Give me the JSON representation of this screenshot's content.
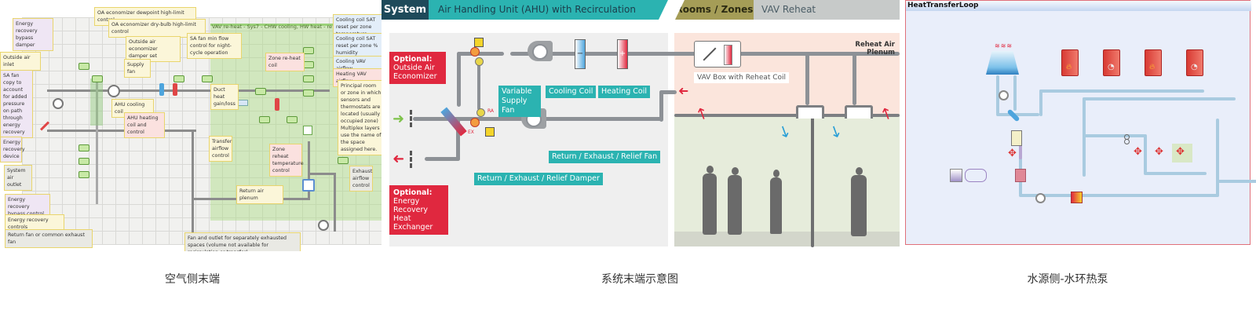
{
  "panels": [
    {
      "id": "airside",
      "caption": "空气侧末端",
      "diagram_title": "VAV re-heat - Sys7 - CHW cooling, HW heat - re",
      "labels": {
        "oa_dewpoint": "OA economizer dewpoint high-limit control",
        "oa_drybulb": "OA economizer dry-bulb high-limit control",
        "er_bypass_damper": "Energy recovery bypass damper",
        "oa_damper_set": "Outside air economizer damper set",
        "sa_min_flow": "SA fan min flow control for night-cycle operation",
        "outside_air_inlet": "Outside air inlet",
        "supply_fan": "Supply fan",
        "sa_fan_copy": "SA fan copy to account for added pressure on path through energy recovery",
        "ahu_cooling_coil": "AHU cooling coil",
        "ahu_heating_coil": "AHU heating coil and control",
        "duct_heat": "Duct heat gain/loss",
        "zone_reheat_coil": "Zone re-heat coil",
        "cc_sat_temp": "Cooling coil SAT reset per zone temperature",
        "cc_sat_humidity": "Cooling coil SAT reset per zone % humidity",
        "cooling_vav": "Cooling VAV airflow",
        "heating_vav": "Heating VAV airflow",
        "principal_room": "Principal room or zone in which sensors and thermostats are located (usually occupied zone) Multiplex layers use the name of the space assigned here.",
        "er_device": "Energy recovery device",
        "system_outlet": "System air outlet",
        "transfer_airflow": "Transfer airflow control",
        "zone_reheat_temp": "Zone reheat temperature control",
        "exhaust_airflow": "Exhaust airflow control",
        "return_plenum": "Return air plenum",
        "er_bypass_control": "Energy recovery bypass control",
        "er_controls": "Energy recovery controls",
        "return_fan": "Return fan or common exhaust fan",
        "separate_exhaust": "Fan and outlet for separately exhausted spaces (volume not available for recirculation or transfer)"
      }
    },
    {
      "id": "system",
      "caption": "系统末端示意图",
      "header": {
        "system": "System",
        "ahu": "Air Handling Unit (AHU) with Recirculation",
        "rooms": "Rooms / Zones",
        "vav": "VAV Reheat"
      },
      "labels": {
        "optional_oa_title": "Optional:",
        "optional_oa_body": "Outside Air Economizer",
        "optional_er_title": "Optional:",
        "optional_er_body": "Energy Recovery Heat Exchanger",
        "variable_supply_fan": "Variable Supply Fan",
        "cooling_coil": "Cooling Coil",
        "heating_coil": "Heating Coil",
        "return_fan": "Return / Exhaust / Relief Fan",
        "return_damper": "Return / Exhaust / Relief Damper",
        "vav_box": "VAV Box with Reheat Coil",
        "reheat_plenum": "Reheat Air Plenum",
        "ra": "RA",
        "ex": "EX",
        "minus": "−",
        "plus": "+"
      },
      "colors": {
        "teal": "#2bb3b1",
        "navy": "#1e4a5a",
        "red": "#e0283f",
        "olive": "#a59d57"
      }
    },
    {
      "id": "waterside",
      "caption": "水源侧-水环热泵",
      "window_title": "HeatTransferLoop",
      "boilers": [
        "flame",
        "meter",
        "flame",
        "meter"
      ]
    }
  ]
}
